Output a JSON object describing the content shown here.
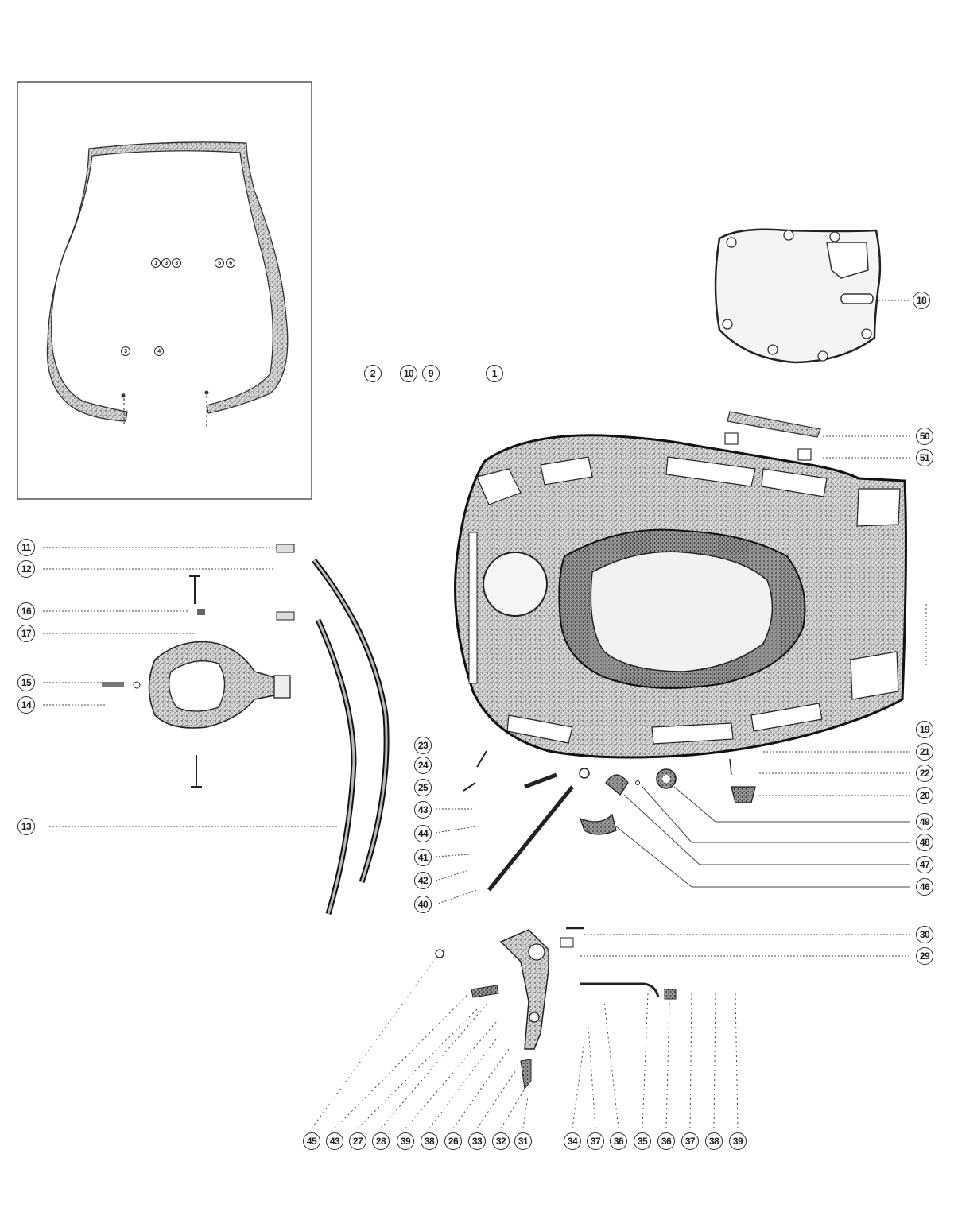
{
  "colors": {
    "ink": "#2a2a2a",
    "paper": "#ffffff",
    "shading": "#8c8c8c"
  },
  "callouts": [
    {
      "id": "c-2",
      "label": "2"
    },
    {
      "id": "c-10",
      "label": "10"
    },
    {
      "id": "c-9",
      "label": "9"
    },
    {
      "id": "c-1",
      "label": "1"
    },
    {
      "id": "c-18",
      "label": "18"
    },
    {
      "id": "c-50",
      "label": "50"
    },
    {
      "id": "c-51",
      "label": "51"
    },
    {
      "id": "c-11",
      "label": "11"
    },
    {
      "id": "c-12",
      "label": "12"
    },
    {
      "id": "c-16",
      "label": "16"
    },
    {
      "id": "c-17",
      "label": "17"
    },
    {
      "id": "c-15",
      "label": "15"
    },
    {
      "id": "c-14",
      "label": "14"
    },
    {
      "id": "c-13",
      "label": "13"
    },
    {
      "id": "c-19",
      "label": "19"
    },
    {
      "id": "c-21",
      "label": "21"
    },
    {
      "id": "c-22",
      "label": "22"
    },
    {
      "id": "c-20",
      "label": "20"
    },
    {
      "id": "c-49",
      "label": "49"
    },
    {
      "id": "c-48",
      "label": "48"
    },
    {
      "id": "c-47",
      "label": "47"
    },
    {
      "id": "c-46",
      "label": "46"
    },
    {
      "id": "c-23",
      "label": "23"
    },
    {
      "id": "c-24",
      "label": "24"
    },
    {
      "id": "c-25",
      "label": "25"
    },
    {
      "id": "c-43a",
      "label": "43"
    },
    {
      "id": "c-44",
      "label": "44"
    },
    {
      "id": "c-41",
      "label": "41"
    },
    {
      "id": "c-42",
      "label": "42"
    },
    {
      "id": "c-40",
      "label": "40"
    },
    {
      "id": "c-30",
      "label": "30"
    },
    {
      "id": "c-29",
      "label": "29"
    },
    {
      "id": "c-45",
      "label": "45"
    },
    {
      "id": "c-43b",
      "label": "43"
    },
    {
      "id": "c-27",
      "label": "27"
    },
    {
      "id": "c-28",
      "label": "28"
    },
    {
      "id": "c-39a",
      "label": "39"
    },
    {
      "id": "c-38a",
      "label": "38"
    },
    {
      "id": "c-26",
      "label": "26"
    },
    {
      "id": "c-33",
      "label": "33"
    },
    {
      "id": "c-32b",
      "label": "32"
    },
    {
      "id": "c-31b",
      "label": "31"
    },
    {
      "id": "c-34",
      "label": "34"
    },
    {
      "id": "c-37a",
      "label": "37"
    },
    {
      "id": "c-36a",
      "label": "36"
    },
    {
      "id": "c-35",
      "label": "35"
    },
    {
      "id": "c-36b",
      "label": "36"
    },
    {
      "id": "c-37b",
      "label": "37"
    },
    {
      "id": "c-38b",
      "label": "38"
    },
    {
      "id": "c-39b",
      "label": "39"
    }
  ],
  "inset_callouts": [
    {
      "id": "i-1",
      "label": "1"
    },
    {
      "id": "i-3",
      "label": "3"
    },
    {
      "id": "i-3b",
      "label": "3"
    },
    {
      "id": "i-5",
      "label": "5"
    },
    {
      "id": "i-6",
      "label": "6"
    },
    {
      "id": "i-3c",
      "label": "3"
    },
    {
      "id": "i-4",
      "label": "4"
    }
  ]
}
